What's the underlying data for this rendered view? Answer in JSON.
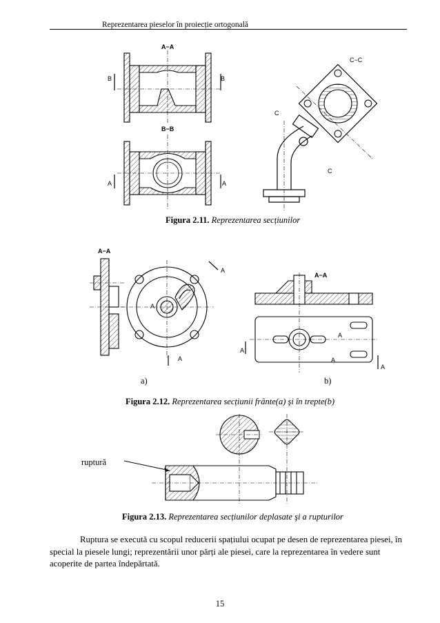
{
  "header": {
    "title": "Reprezentarea pieselor în proiecție ortogonală"
  },
  "figures": [
    {
      "number": "Figura 2.11.",
      "title": "Reprezentarea secțiunilor",
      "labels": {
        "aa": "A−A",
        "bb": "B−B",
        "cc": "C−C",
        "b": "B",
        "a": "A",
        "c": "C"
      }
    },
    {
      "number": "Figura 2.12.",
      "title": "Reprezentarea secțiunii frânte(a) şi în trepte(b)",
      "sublabels": {
        "a": "a)",
        "b": "b)"
      },
      "labels": {
        "aa": "A−A",
        "a": "A"
      }
    },
    {
      "number": "Figura 2.13.",
      "title": "Reprezentarea secțiunilor deplasate şi a rupturilor",
      "callout": "ruptură"
    }
  ],
  "paragraph": "Ruptura se execută cu scopul reducerii spațiului ocupat pe desen de reprezentarea piesei, în special la piesele lungi; reprezentării unor părți ale piesei, care la reprezentarea în vedere sunt acoperite de partea îndepărtată.",
  "page_number": "15"
}
